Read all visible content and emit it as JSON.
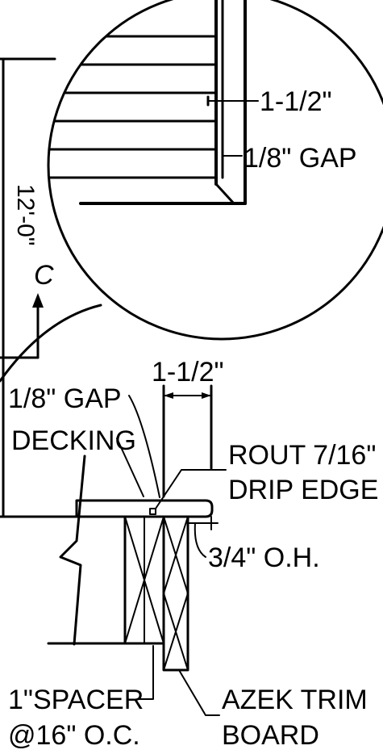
{
  "drawing": {
    "detail_labels": {
      "board_width": "1-1/2\"",
      "gap": "1/8\" GAP"
    },
    "dimension": {
      "length": "12'-0\""
    },
    "section_marker": "C",
    "section_labels": {
      "board_width": "1-1/2\"",
      "gap": "1/8\" GAP",
      "decking": "DECKING",
      "rout_line1": "ROUT 7/16\"",
      "rout_line2": "DRIP EDGE",
      "overhang": "3/4\" O.H.",
      "spacer_line1": "1\"SPACER",
      "spacer_line2": "@16\" O.C.",
      "trim_line1": "AZEK TRIM",
      "trim_line2": "BOARD"
    },
    "colors": {
      "ink": "#000000",
      "paper": "#ffffff"
    }
  }
}
